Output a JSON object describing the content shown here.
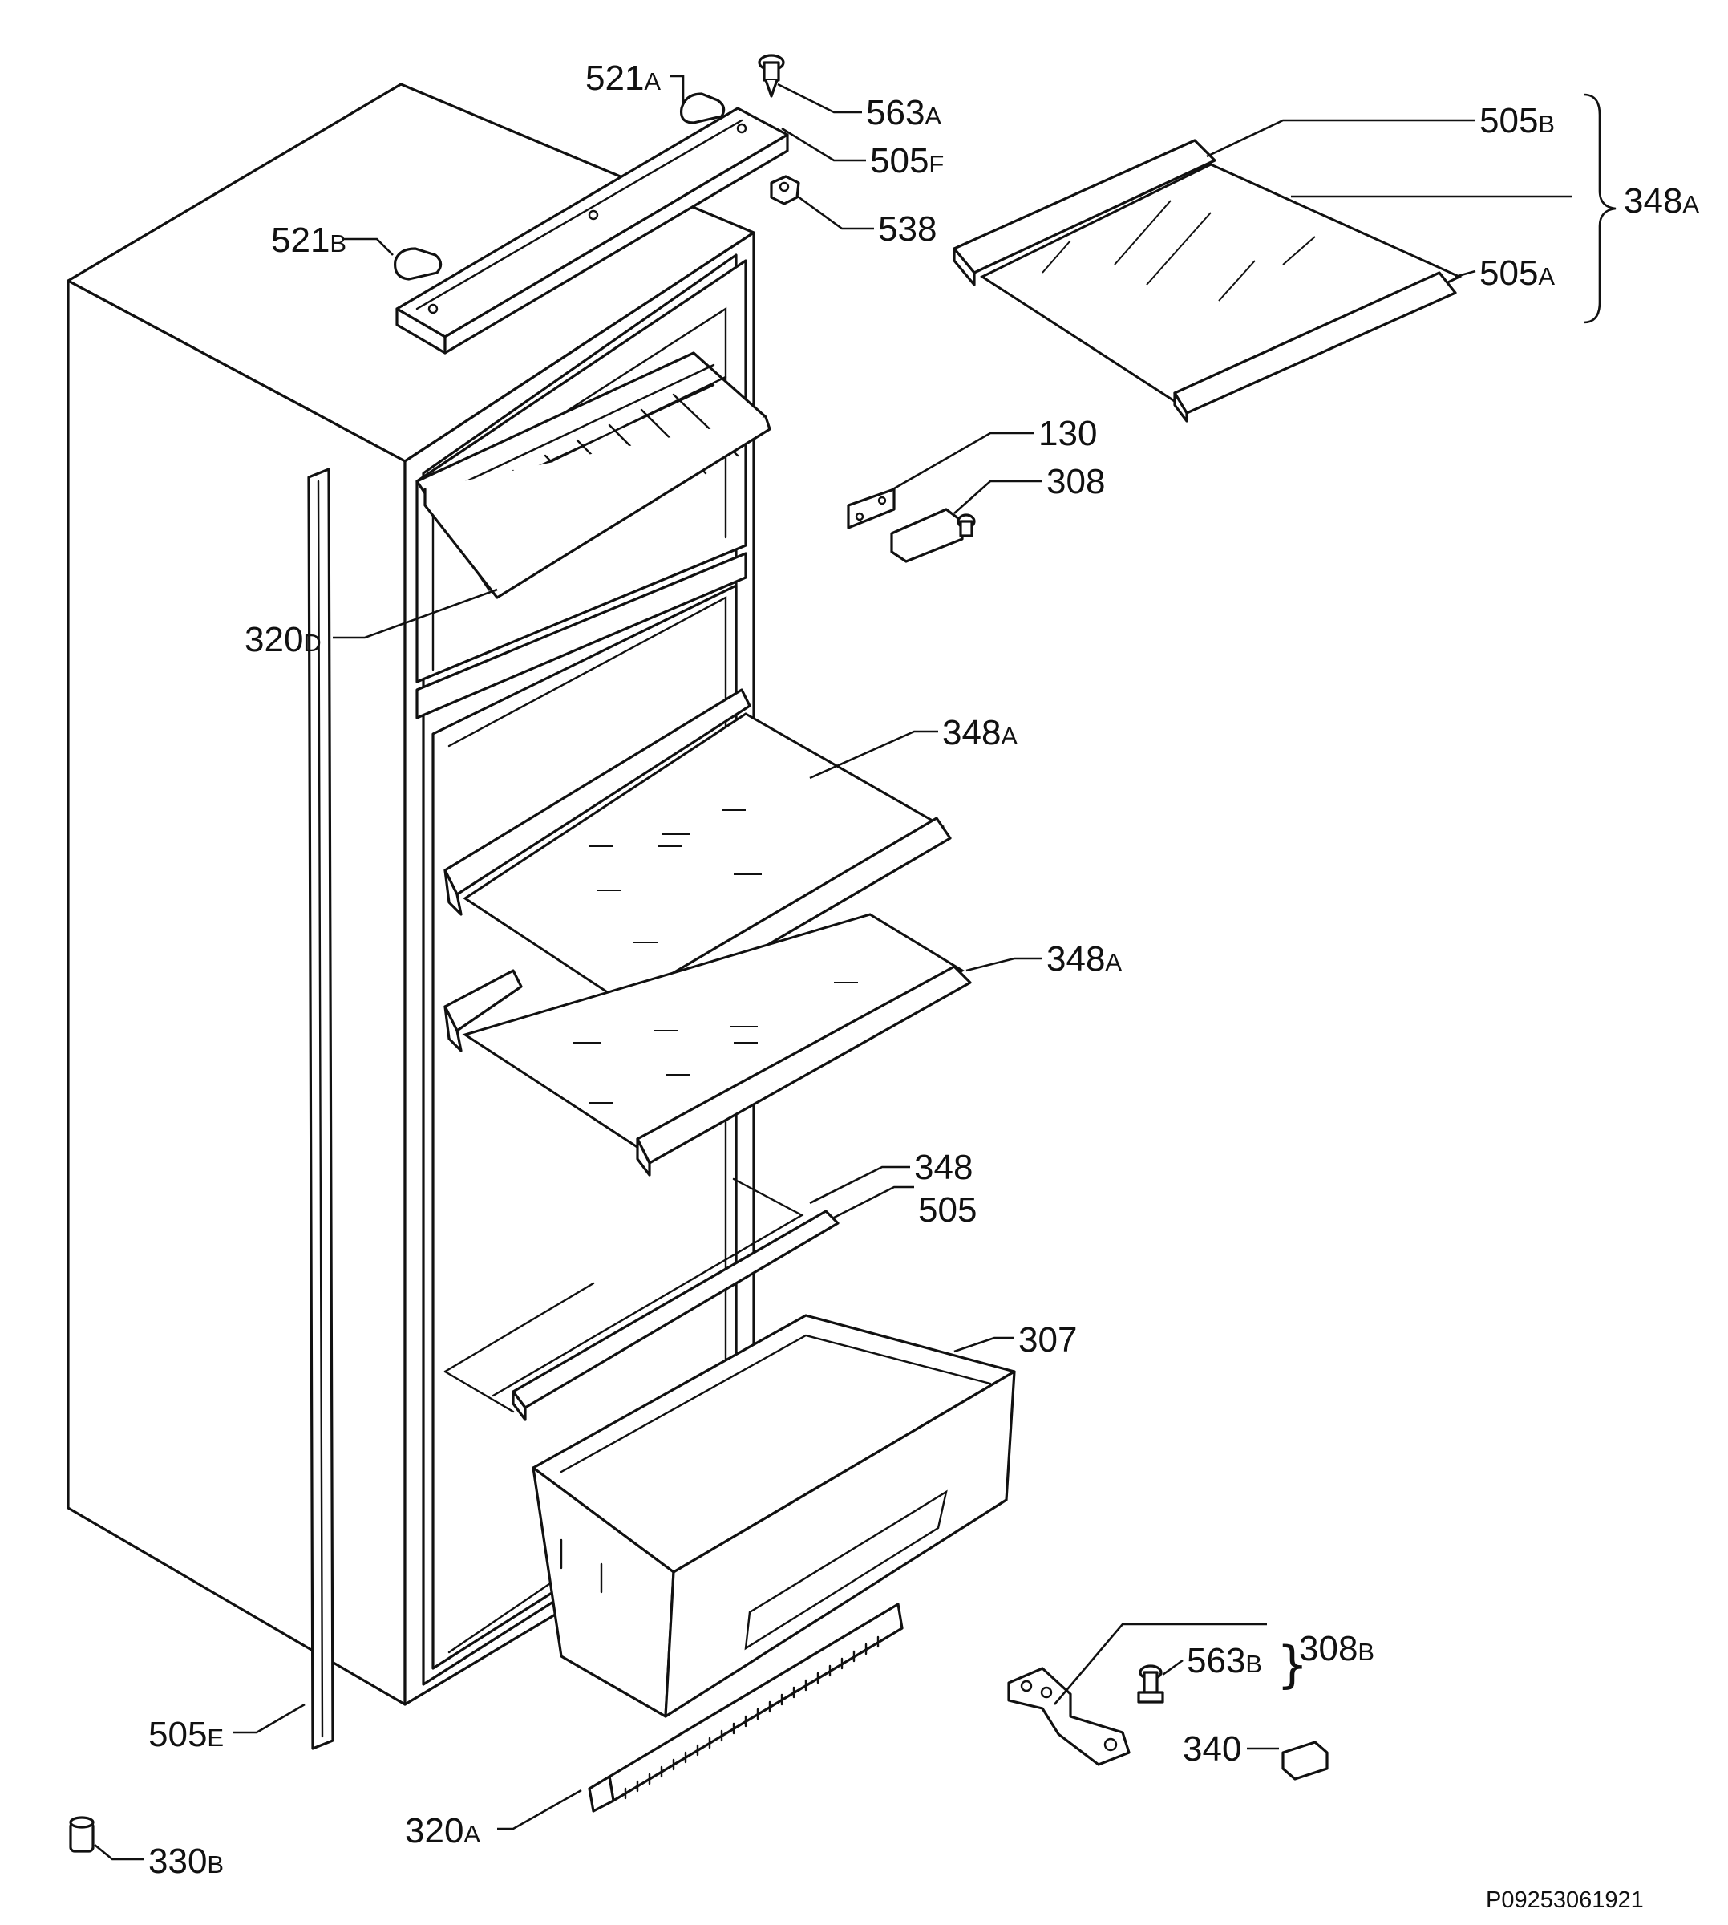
{
  "labels": {
    "p521a": {
      "num": "521",
      "sfx": "A"
    },
    "p563a": {
      "num": "563",
      "sfx": "A"
    },
    "p505f": {
      "num": "505",
      "sfx": "F"
    },
    "p538": {
      "num": "538"
    },
    "p521b": {
      "num": "521",
      "sfx": "B"
    },
    "p505b": {
      "num": "505",
      "sfx": "B"
    },
    "p348a_top": {
      "num": "348",
      "sfx": "A"
    },
    "p505a": {
      "num": "505",
      "sfx": "A"
    },
    "p130": {
      "num": "130"
    },
    "p308": {
      "num": "308"
    },
    "p320d": {
      "num": "320",
      "sfx": "D"
    },
    "p348a_mid": {
      "num": "348",
      "sfx": "A"
    },
    "p348a_low": {
      "num": "348",
      "sfx": "A"
    },
    "p348": {
      "num": "348"
    },
    "p505": {
      "num": "505"
    },
    "p307": {
      "num": "307"
    },
    "p563b": {
      "num": "563",
      "sfx": "B"
    },
    "p308b": {
      "num": "308",
      "sfx": "B"
    },
    "p340": {
      "num": "340"
    },
    "p505e": {
      "num": "505",
      "sfx": "E"
    },
    "p320a": {
      "num": "320",
      "sfx": "A"
    },
    "p330b": {
      "num": "330",
      "sfx": "B"
    }
  },
  "drawing_code": "P09253061921"
}
